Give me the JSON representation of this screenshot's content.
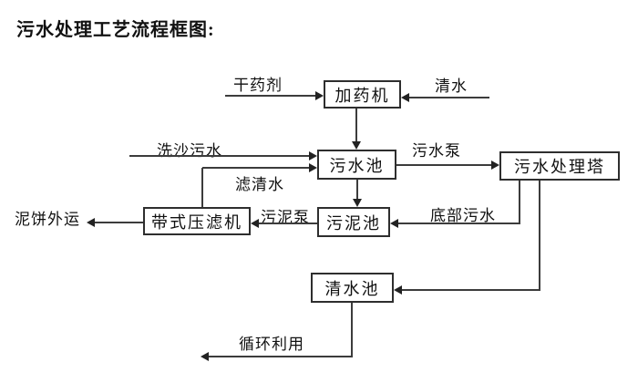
{
  "title": "污水处理工艺流程框图:",
  "nodes": {
    "dosing_machine": "加药机",
    "sewage_pool": "污水池",
    "treatment_tower": "污水处理塔",
    "belt_filter_press": "带式压滤机",
    "sludge_pool": "污泥池",
    "clear_water_pool": "清水池"
  },
  "flows": {
    "dry_chemical": "干药剂",
    "clean_water_in": "清水",
    "sand_washing_sewage": "洗沙污水",
    "filtered_water": "滤清水",
    "sewage_pump": "污水泵",
    "bottom_sewage": "底部污水",
    "sludge_pump": "污泥泵",
    "mud_cake_out": "泥饼外运",
    "recycle_use": "循环利用"
  },
  "colors": {
    "background": "#ffffff",
    "line": "#3c3c3c",
    "node_border": "#2e2e2e",
    "text": "#111111"
  }
}
